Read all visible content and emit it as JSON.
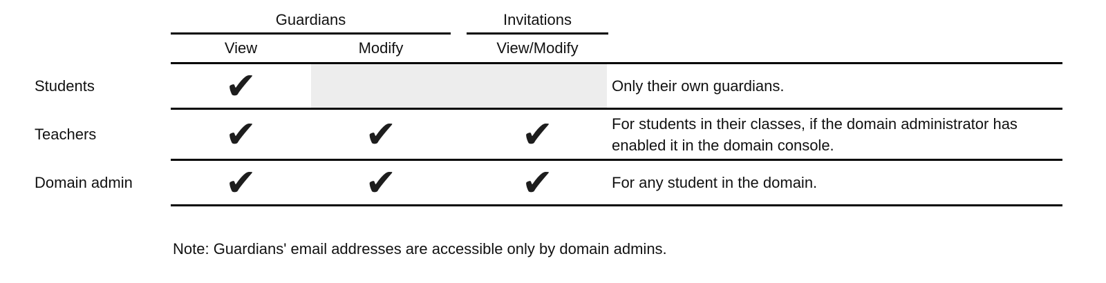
{
  "colors": {
    "background": "#ffffff",
    "text": "#111111",
    "rule": "#000000",
    "disabled_cell_bg": "#ededed",
    "check": "#1d1d1d"
  },
  "table": {
    "column_groups": [
      {
        "label": "Guardians"
      },
      {
        "label": "Invitations"
      }
    ],
    "sub_columns": [
      {
        "label": "View"
      },
      {
        "label": "Modify"
      },
      {
        "label": "View/Modify"
      }
    ],
    "check_glyph": "✔",
    "rows": [
      {
        "label": "Students",
        "checks": {
          "view": true,
          "modify": false,
          "view_modify": false
        },
        "modify_and_invitations_disabled": true,
        "note": "Only their own guardians."
      },
      {
        "label": "Teachers",
        "checks": {
          "view": true,
          "modify": true,
          "view_modify": true
        },
        "modify_and_invitations_disabled": false,
        "note": "For students in their classes, if the domain administrator has enabled it in the domain console."
      },
      {
        "label": "Domain admin",
        "checks": {
          "view": true,
          "modify": true,
          "view_modify": true
        },
        "modify_and_invitations_disabled": false,
        "note": "For any student in the domain."
      }
    ]
  },
  "footnote": "Note: Guardians' email addresses are accessible only by domain admins."
}
